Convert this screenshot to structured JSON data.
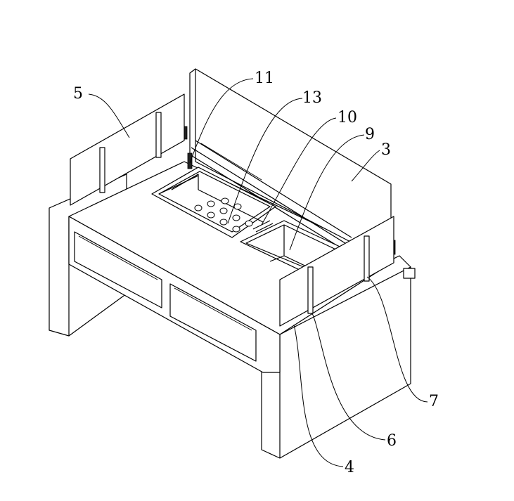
{
  "figure": {
    "reference_numerals": {
      "table_frame": "4",
      "rear_board": "3",
      "left_side_board": "5",
      "right_side_board": "6",
      "side_post": "7",
      "collection_box": "9",
      "slide_rail": "10",
      "hinge": "11",
      "strainer_basket": "13"
    }
  }
}
